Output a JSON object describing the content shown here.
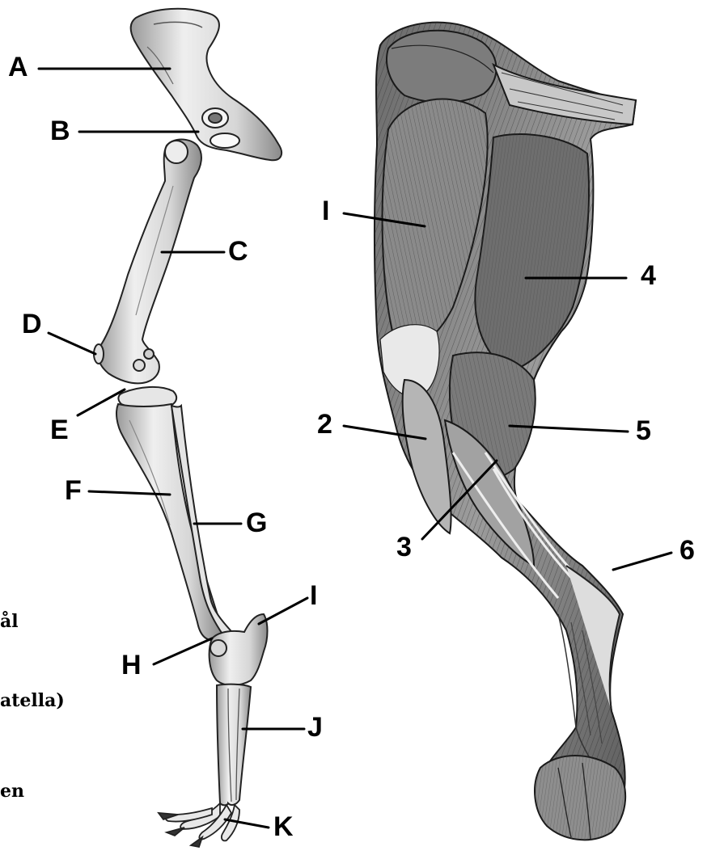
{
  "skeleton_labels": {
    "A": "A",
    "B": "B",
    "C": "C",
    "D": "D",
    "E": "E",
    "F": "F",
    "G": "G",
    "H": "H",
    "I": "I",
    "J": "J",
    "K": "K"
  },
  "muscle_labels": {
    "m1": "I",
    "m2": "2",
    "m3": "3",
    "m4": "4",
    "m5": "5",
    "m6": "6"
  },
  "cropped_side_text": {
    "t1": "ål",
    "t2": "atella)",
    "t3": "en"
  }
}
